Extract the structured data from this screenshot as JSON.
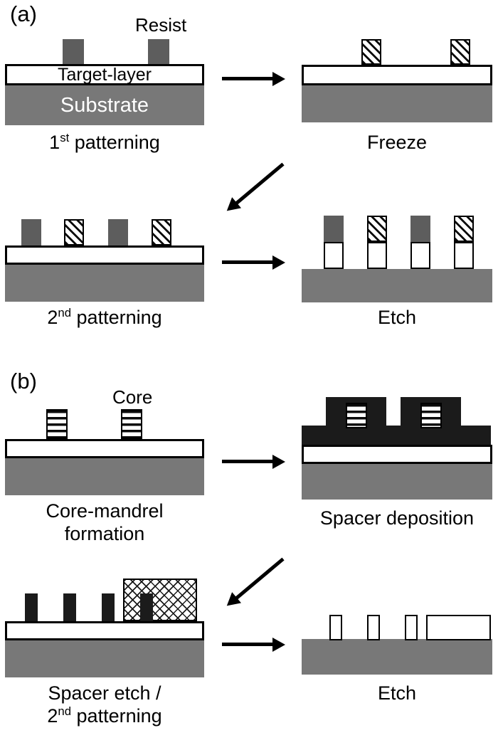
{
  "figure": {
    "panel_a": {
      "label": "(a)",
      "annotations": {
        "resist": "Resist"
      },
      "layers": {
        "target": "Target-layer",
        "substrate": "Substrate"
      },
      "steps": {
        "patterning1": {
          "pre": "1",
          "sup": "st",
          "post": " patterning"
        },
        "freeze": "Freeze",
        "patterning2": {
          "pre": "2",
          "sup": "nd",
          "post": " patterning"
        },
        "etch": "Etch"
      }
    },
    "panel_b": {
      "label": "(b)",
      "annotations": {
        "core": "Core"
      },
      "steps": {
        "core_mandrel": {
          "line1": "Core-mandrel",
          "line2": "formation"
        },
        "spacer_deposition": "Spacer deposition",
        "spacer_etch": {
          "line1": "Spacer etch /",
          "line2_pre": "2",
          "line2_sup": "nd",
          "line2_post": " patterning"
        },
        "etch": "Etch"
      }
    },
    "colors": {
      "substrate": "#787878",
      "resist": "#5d5d5d",
      "spacer": "#1b1b1b",
      "layer": "#ffffff",
      "outline": "#000000"
    }
  }
}
